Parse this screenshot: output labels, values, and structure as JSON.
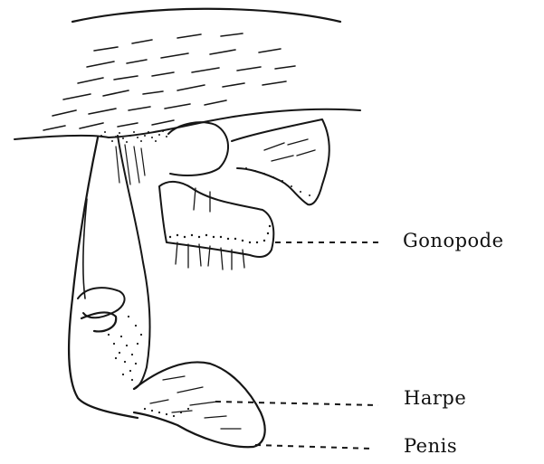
{
  "labels": {
    "gonopode": "Gonopode",
    "harpe": "Harpe",
    "penis": "Penis"
  },
  "colors": {
    "ink": "#161616",
    "paper": "#ffffff"
  }
}
